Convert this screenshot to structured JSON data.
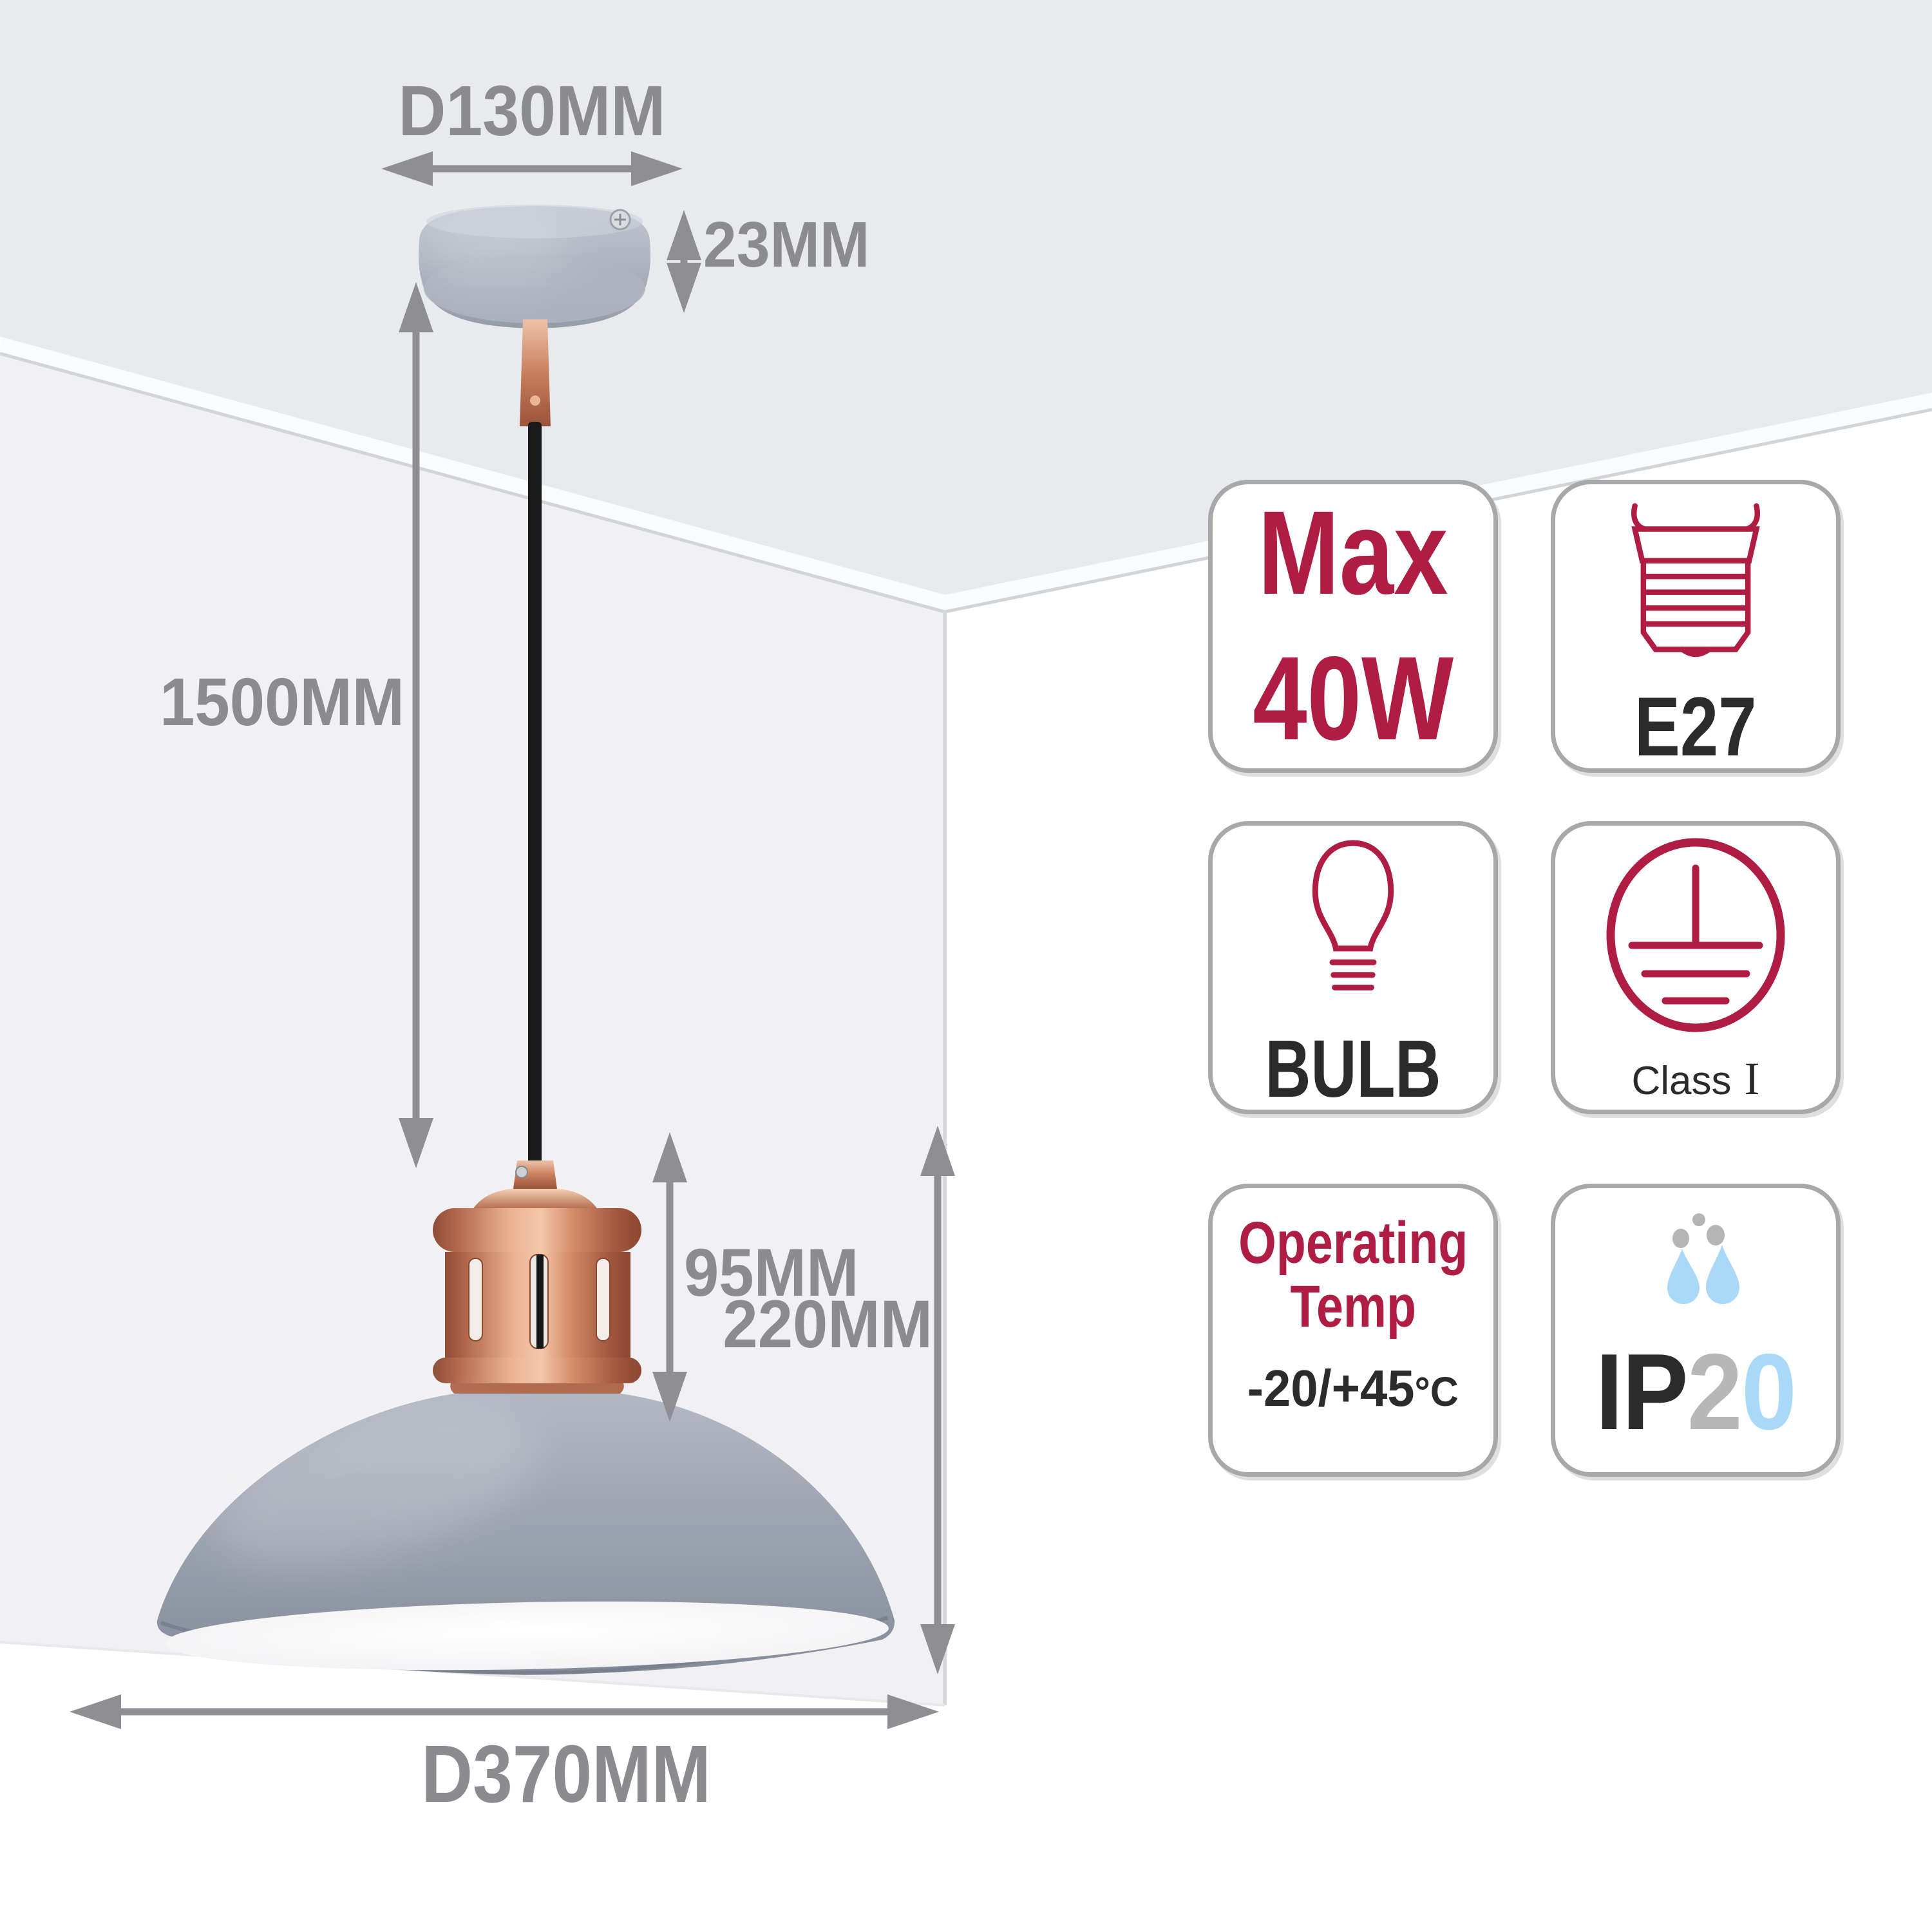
{
  "dimension_labels": {
    "canopy_diameter": "D130MM",
    "canopy_height": "23MM",
    "drop_length": "1500MM",
    "fitting_height": "95MM",
    "shade_height": "220MM",
    "shade_diameter": "D370MM"
  },
  "spec_badges": {
    "max_wattage": {
      "line1": "Max",
      "line2": "40W"
    },
    "socket": {
      "label": "E27"
    },
    "bulb": {
      "label": "BULB"
    },
    "protection_class": {
      "label": "Class",
      "numeral": "I"
    },
    "operating_temp": {
      "line1": "Operating",
      "line2": "Temp",
      "value": "-20/+45",
      "unit": "°C"
    },
    "ip_rating": {
      "prefix": "IP",
      "first_digit": "2",
      "second_digit": "0"
    }
  },
  "colors": {
    "accent_red": "#b01d42",
    "dimension_gray": "#8c8c90",
    "ip_digit_gray": "#b7b7b7",
    "ip_digit_blue": "#a9d9f7",
    "copper": "#c98a6a",
    "shade_gray": "#99a0ad",
    "ceiling_gray": "#e8eaed",
    "wall_gray": "#f1f1f3"
  }
}
